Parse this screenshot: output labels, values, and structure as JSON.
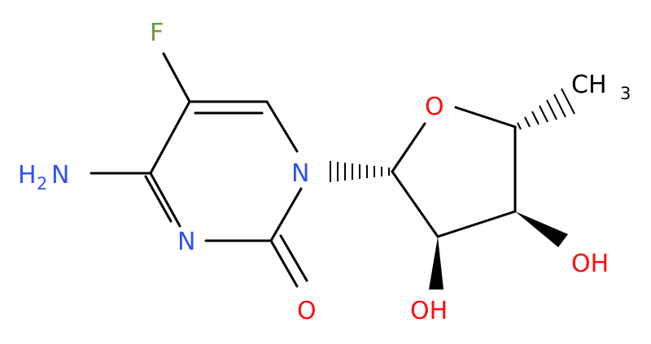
{
  "molecule": {
    "atoms": {
      "fluorine": "F",
      "amine_h": "H",
      "amine_h_count": "2",
      "amine_n": "N",
      "ring_n_top": "N",
      "ring_n_bottom": "N",
      "carbonyl_o": "O",
      "ring_o": "O",
      "methyl_c": "CH",
      "methyl_h_count": "3",
      "hydroxyl_right": "OH",
      "hydroxyl_bottom": "OH"
    },
    "colors": {
      "bond": "#000000",
      "fluorine": "#6a9a3c",
      "nitrogen": "#3050f8",
      "oxygen": "#ff0d0d",
      "carbon": "#000000"
    }
  }
}
